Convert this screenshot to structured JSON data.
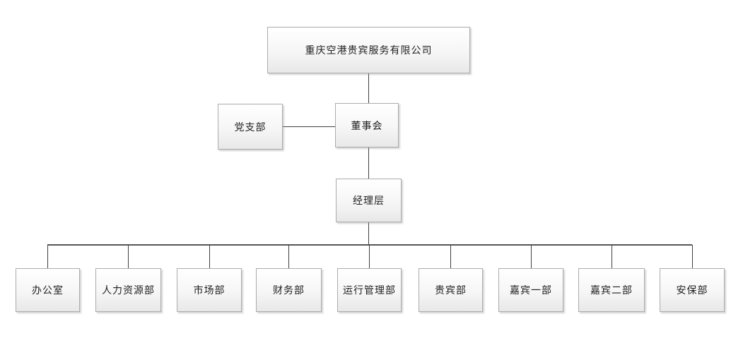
{
  "org_chart": {
    "type": "org-tree",
    "root": {
      "label": "重庆空港贵宾服务有限公司"
    },
    "party_branch": {
      "label": "党支部"
    },
    "board": {
      "label": "董事会"
    },
    "management": {
      "label": "经理层"
    },
    "departments": [
      {
        "label": "办公室"
      },
      {
        "label": "人力资源部"
      },
      {
        "label": "市场部"
      },
      {
        "label": "财务部"
      },
      {
        "label": "运行管理部"
      },
      {
        "label": "贵宾部"
      },
      {
        "label": "嘉宾一部"
      },
      {
        "label": "嘉宾二部"
      },
      {
        "label": "安保部"
      }
    ],
    "colors": {
      "background": "#ffffff",
      "box_border": "#ababab",
      "box_fill_top": "#ffffff",
      "box_fill_bottom": "#e8e8e8",
      "connector": "#404040",
      "text": "#1f1f1f"
    }
  }
}
